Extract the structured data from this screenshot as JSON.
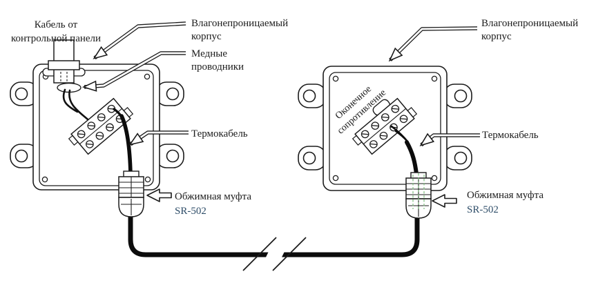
{
  "figure": {
    "description_labels": {
      "cable_from_panel": {
        "line1": "Кабель от",
        "line2": "контрольной панели"
      },
      "housing_left": {
        "line1": "Влагонепроницаемый",
        "line2": "корпус"
      },
      "copper_conductors": {
        "line1": "Медные",
        "line2": "проводники"
      },
      "thermocable_left": {
        "text": "Термокабель"
      },
      "crimp_left": {
        "line1": "Обжимная муфта",
        "line2": "SR-502"
      },
      "terminal_resistor": {
        "line1": "Оконечное",
        "line2": "сопротивление"
      },
      "housing_right": {
        "line1": "Влагонепроницаемый",
        "line2": "корпус"
      },
      "thermocable_right": {
        "text": "Термокабель"
      },
      "crimp_right": {
        "line1": "Обжимная муфта",
        "line2": "SR-502"
      }
    },
    "colors": {
      "line": "#1b1b1b",
      "sr502_text": "#2e4d68",
      "gland_highlight": "#7bbd7b"
    }
  }
}
